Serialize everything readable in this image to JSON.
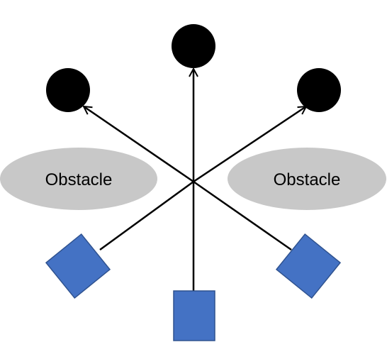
{
  "colors": {
    "background": "#ffffff",
    "agent_fill": "#4472c4",
    "agent_stroke": "#2f528f",
    "goal_fill": "#000000",
    "obstacle_fill": "#c8c8c8",
    "arrow": "#000000"
  },
  "obstacles": [
    {
      "label": "Obstacle"
    },
    {
      "label": "Obstacle"
    }
  ],
  "nodes": {
    "agents": [
      "square-agent",
      "square-agent",
      "square-agent"
    ],
    "goals": [
      "circle-goal",
      "circle-goal",
      "circle-goal"
    ]
  }
}
